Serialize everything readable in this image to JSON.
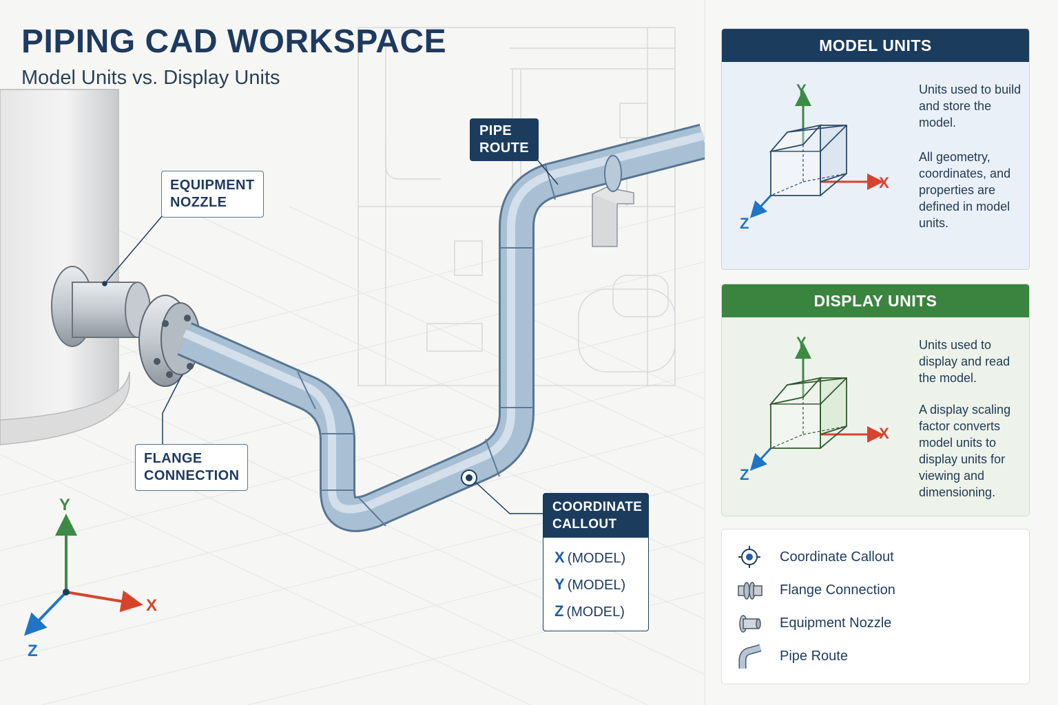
{
  "header": {
    "title": "PIPING CAD WORKSPACE",
    "subtitle": "Model Units vs. Display Units"
  },
  "callouts": {
    "equipment_nozzle": [
      "EQUIPMENT",
      "NOZZLE"
    ],
    "pipe_route": [
      "PIPE",
      "ROUTE"
    ],
    "flange_connection": [
      "FLANGE",
      "CONNECTION"
    ],
    "coordinate_callout": {
      "title": [
        "COORDINATE",
        "CALLOUT"
      ],
      "rows": [
        {
          "axis": "X",
          "label": "(MODEL)"
        },
        {
          "axis": "Y",
          "label": "(MODEL)"
        },
        {
          "axis": "Z",
          "label": "(MODEL)"
        }
      ]
    }
  },
  "axes": {
    "x": "X",
    "y": "Y",
    "z": "Z"
  },
  "colors": {
    "x_axis": "#d6442e",
    "y_axis": "#3b8a45",
    "z_axis": "#1f74c6",
    "navy": "#1c3c5e",
    "green": "#3b8440"
  },
  "model_units": {
    "title": "MODEL UNITS",
    "lead": "Units used to build and store the model.",
    "body": "All geometry, coordinates, and properties are defined in model units."
  },
  "display_units": {
    "title": "DISPLAY UNITS",
    "lead": "Units used to display and read the model.",
    "body": "A display scaling factor converts model units to display units for viewing and dimensioning."
  },
  "legend": {
    "items": [
      {
        "icon": "coordinate-callout-icon",
        "label": "Coordinate Callout"
      },
      {
        "icon": "flange-connection-icon",
        "label": "Flange Connection"
      },
      {
        "icon": "equipment-nozzle-icon",
        "label": "Equipment Nozzle"
      },
      {
        "icon": "pipe-route-icon",
        "label": "Pipe Route"
      }
    ]
  }
}
